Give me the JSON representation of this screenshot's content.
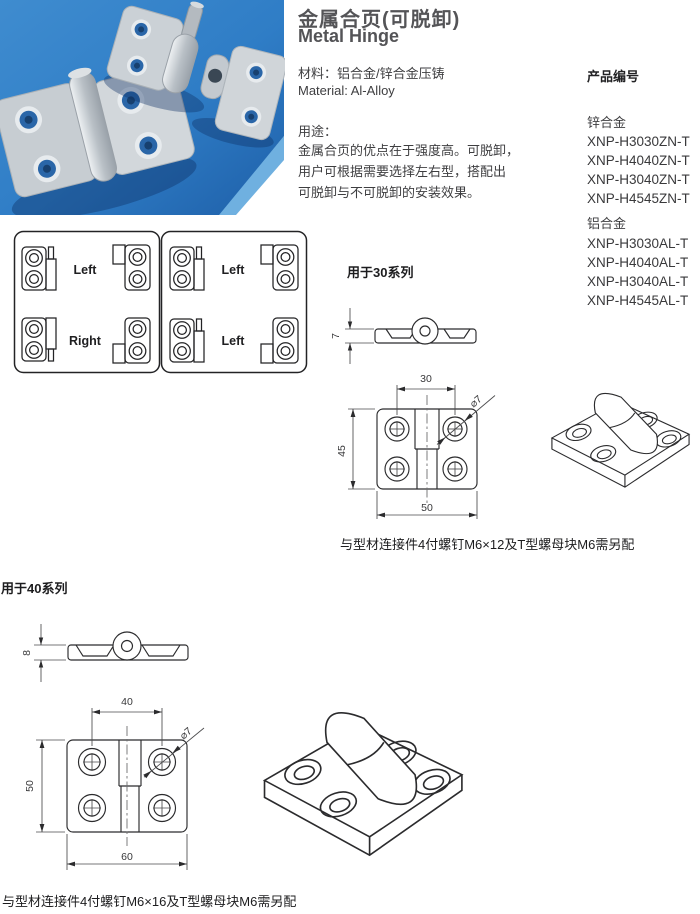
{
  "header": {
    "title_zh": "金属合页(可脱卸)",
    "title_en": "Metal Hinge",
    "material_line1": "材料：铝合金/锌合金压铸",
    "material_line2": "Material: Al-Alloy",
    "usage_label": "用途：",
    "usage_lines": [
      "金属合页的优点在于强度高。可脱卸，",
      "用户可根据需要选择左右型，搭配出",
      "可脱卸与不可脱卸的安装效果。"
    ]
  },
  "part_numbers": {
    "heading": "产品编号",
    "zinc": {
      "label": "锌合金",
      "items": [
        "XNP-H3030ZN-T",
        "XNP-H4040ZN-T",
        "XNP-H3040ZN-T",
        "XNP-H4545ZN-T"
      ]
    },
    "aluminum": {
      "label": "铝合金",
      "items": [
        "XNP-H3030AL-T",
        "XNP-H4040AL-T",
        "XNP-H3040AL-T",
        "XNP-H4545AL-T"
      ]
    }
  },
  "orientation": {
    "labels": [
      "Left",
      "Right",
      "Left",
      "Left"
    ]
  },
  "series30": {
    "heading": "用于30系列",
    "thickness": "7",
    "pitch": "30",
    "height": "45",
    "width": "50",
    "hole_dia": "⌀7",
    "note": "与型材连接件4付螺钉M6×12及T型螺母块M6需另配"
  },
  "series40": {
    "heading": "用于40系列",
    "thickness": "8",
    "pitch": "40",
    "height": "50",
    "width": "60",
    "hole_dia": "⌀7",
    "note": "与型材连接件4付螺钉M6×16及T型螺母块M6需另配"
  },
  "colors": {
    "photo_blue_light": "#4190d2",
    "photo_blue_dark": "#1e5fa8",
    "photo_corner_light": "#6fb0e0",
    "metal_gray": "#ccd2d7",
    "drawing_line": "#2b2b2d"
  }
}
